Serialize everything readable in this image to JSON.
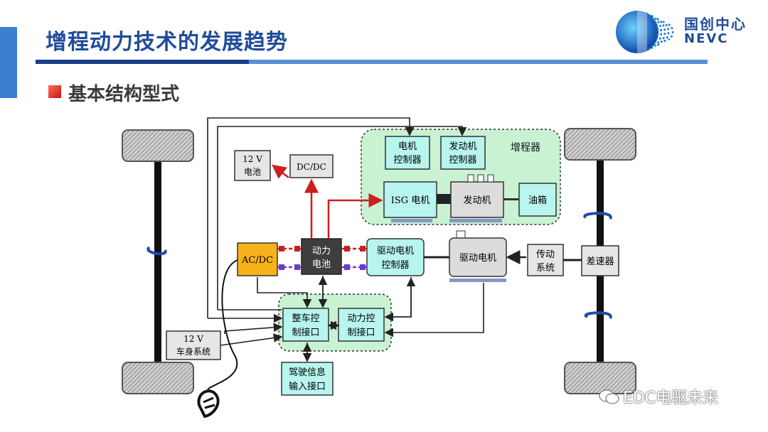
{
  "slide": {
    "title": "增程动力技术的发展趋势",
    "subtitle": "基本结构型式",
    "logo_cn": "国创中心",
    "logo_en": "NEVC",
    "watermark": "EDC电驱未来"
  },
  "diagram": {
    "range_extender_label": "增程器",
    "blocks": {
      "motor_ctrl": [
        "电机",
        "控制器"
      ],
      "engine_ctrl": [
        "发动机",
        "控制器"
      ],
      "isg": "ISG 电机",
      "engine": "发动机",
      "fuel_tank": "油箱",
      "battery12v": [
        "12 V",
        "电池"
      ],
      "dcdc": "DC/DC",
      "acdc": "AC/DC",
      "power_battery": [
        "动力",
        "电池"
      ],
      "drive_motor_ctrl": [
        "驱动电机",
        "控制器"
      ],
      "drive_motor": "驱动电机",
      "transmission": [
        "传动",
        "系统"
      ],
      "differential": "差速器",
      "vehicle_ctrl": [
        "整车控",
        "制接口"
      ],
      "power_ctrl": [
        "动力控",
        "制接口"
      ],
      "body12v": [
        "12 V",
        "车身系统"
      ],
      "driver_input": [
        "驾驶信息",
        "输入接口"
      ]
    }
  },
  "colors": {
    "title_blue": "#1f4c9a",
    "green_zone": "#c9f2d2",
    "cyan_block": "#b8f5ef",
    "power_line": "#cc1f1f",
    "purple_line": "#6a3bd0",
    "acdc_orange": "#f7b21a",
    "battery_dark": "#3e3e3e"
  }
}
